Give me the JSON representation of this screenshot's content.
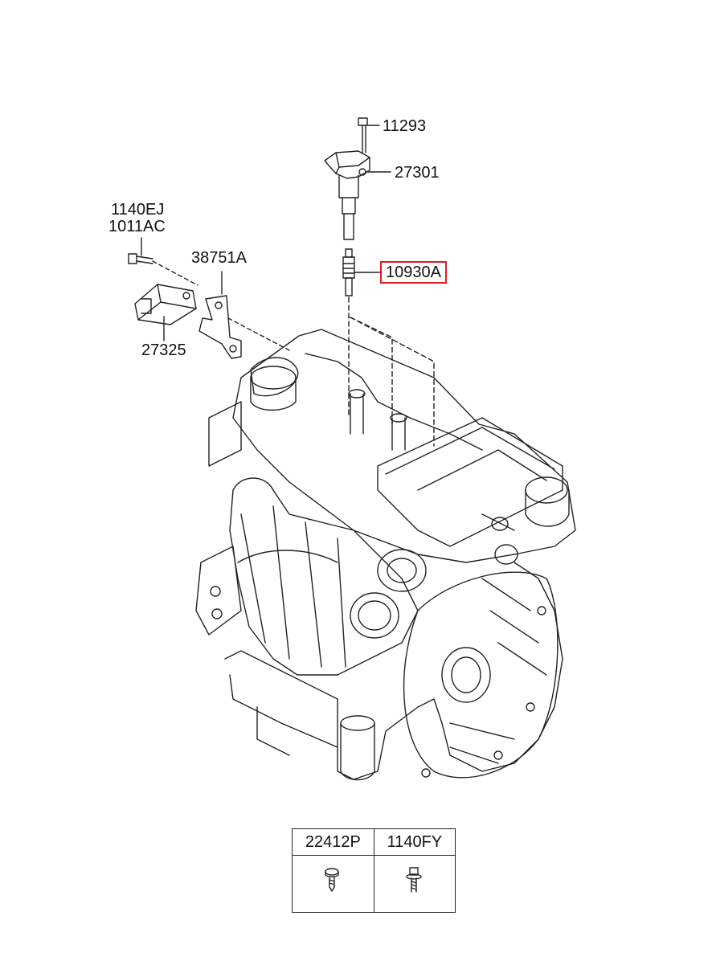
{
  "parts": {
    "bolt_top": "11293",
    "ignition_coil": "27301",
    "spark_plug": "10930A",
    "bolt_left_1": "1140EJ",
    "bolt_left_2": "1011AC",
    "bracket": "38751A",
    "sensor": "27325"
  },
  "highlight_color": "#e11b22",
  "legend": {
    "col1_header": "22412P",
    "col2_header": "1140FY",
    "col1_icon": "screw-icon",
    "col2_icon": "flange-bolt-icon"
  }
}
